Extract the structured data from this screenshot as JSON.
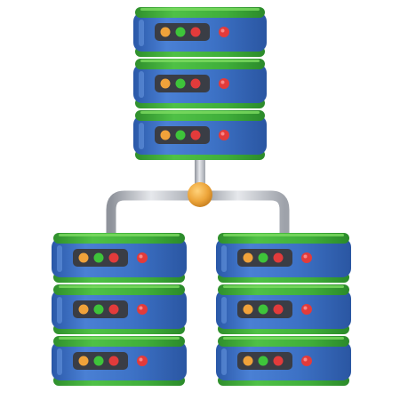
{
  "illustration": {
    "subject": "server-network-icon",
    "colors": {
      "unit_body": "#3f74c8",
      "unit_body_dark": "#2c57a6",
      "unit_highlight": "#6d9ee6",
      "cap": "#3fae3a",
      "cap_dark": "#2b8a2a",
      "cap_light": "#7ddc62",
      "panel": "#3a3d45",
      "led_orange": "#f0a23a",
      "led_green": "#3ec43a",
      "led_red": "#e23b3b",
      "pipe": "#c9ccd2",
      "pipe_shade": "#9ea2aa",
      "junction": "#e9a23a"
    },
    "stacks": [
      {
        "name": "top-server-stack",
        "units": 3
      },
      {
        "name": "left-server-stack",
        "units": 3
      },
      {
        "name": "right-server-stack",
        "units": 3
      }
    ]
  }
}
